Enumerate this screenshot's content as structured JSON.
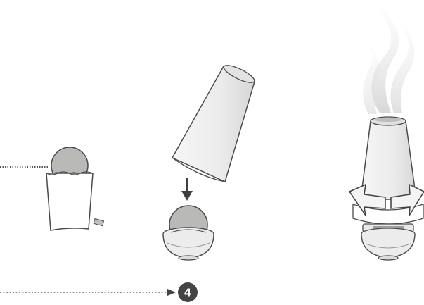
{
  "diagram": {
    "colors": {
      "outline": "#4a4a4a",
      "paper_fill": "#ffffff",
      "ball_fill": "#b9b9b7",
      "ball_shadow": "#a4a4a2",
      "sleeve_fill": "#f1f1f1",
      "sleeve_shade": "#d9d9d9",
      "bowl_fill": "#ececec",
      "bowl_shade": "#d2d2d2",
      "arrow_dark": "#3f3f3f",
      "arrow_light": "#f4f4f4",
      "smoke": "#c9c9c9",
      "badge_fill": "#444444",
      "badge_text": "#ffffff"
    },
    "panels": [
      {
        "name": "ball-wrapped-in-paper",
        "icon": "wrapped-ball-icon"
      },
      {
        "name": "cone-placed-over-ball",
        "icon": "cone-drop-icon"
      },
      {
        "name": "assembled-with-twist-and-smoke",
        "icon": "twist-smoke-icon"
      }
    ],
    "step_badge": {
      "label": "4"
    }
  }
}
